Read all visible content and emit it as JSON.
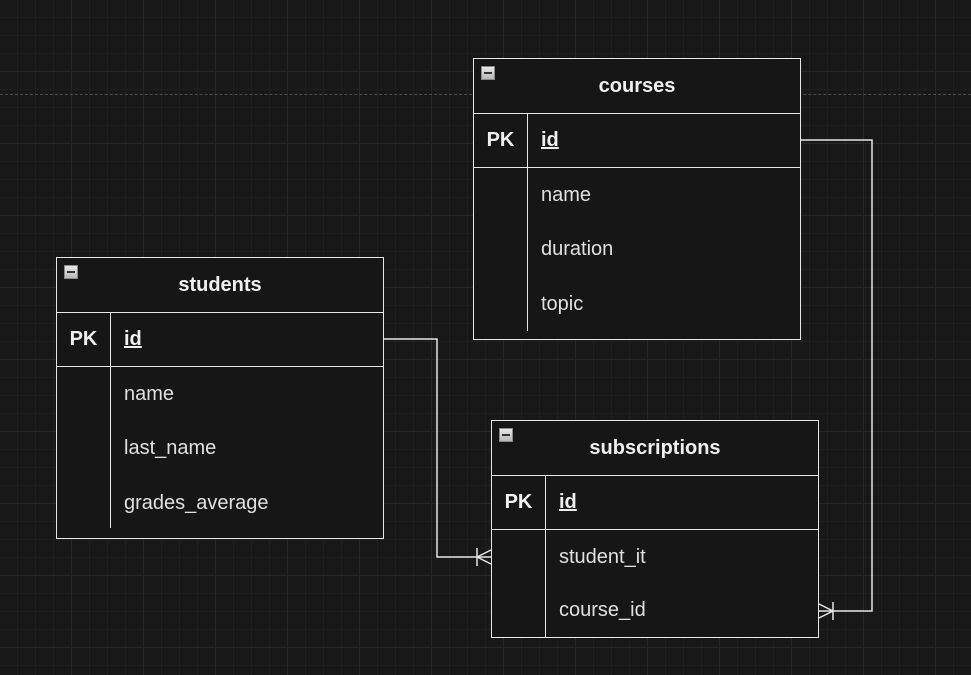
{
  "diagram": {
    "entities": [
      {
        "id": "courses",
        "title": "courses",
        "pk_label": "PK",
        "pk_field": "id",
        "fields": [
          "name",
          "duration",
          "topic"
        ]
      },
      {
        "id": "students",
        "title": "students",
        "pk_label": "PK",
        "pk_field": "id",
        "fields": [
          "name",
          "last_name",
          "grades_average"
        ]
      },
      {
        "id": "subscriptions",
        "title": "subscriptions",
        "pk_label": "PK",
        "pk_field": "id",
        "fields": [
          "student_it",
          "course_id"
        ]
      }
    ],
    "relationships": [
      {
        "from": "students.id",
        "to": "subscriptions.student_it",
        "cardinality": "one-to-many"
      },
      {
        "from": "courses.id",
        "to": "subscriptions.course_id",
        "cardinality": "one-to-many"
      }
    ],
    "colors": {
      "background": "#181818",
      "stroke": "#e6e6e6",
      "text": "#f0f0f0"
    }
  }
}
